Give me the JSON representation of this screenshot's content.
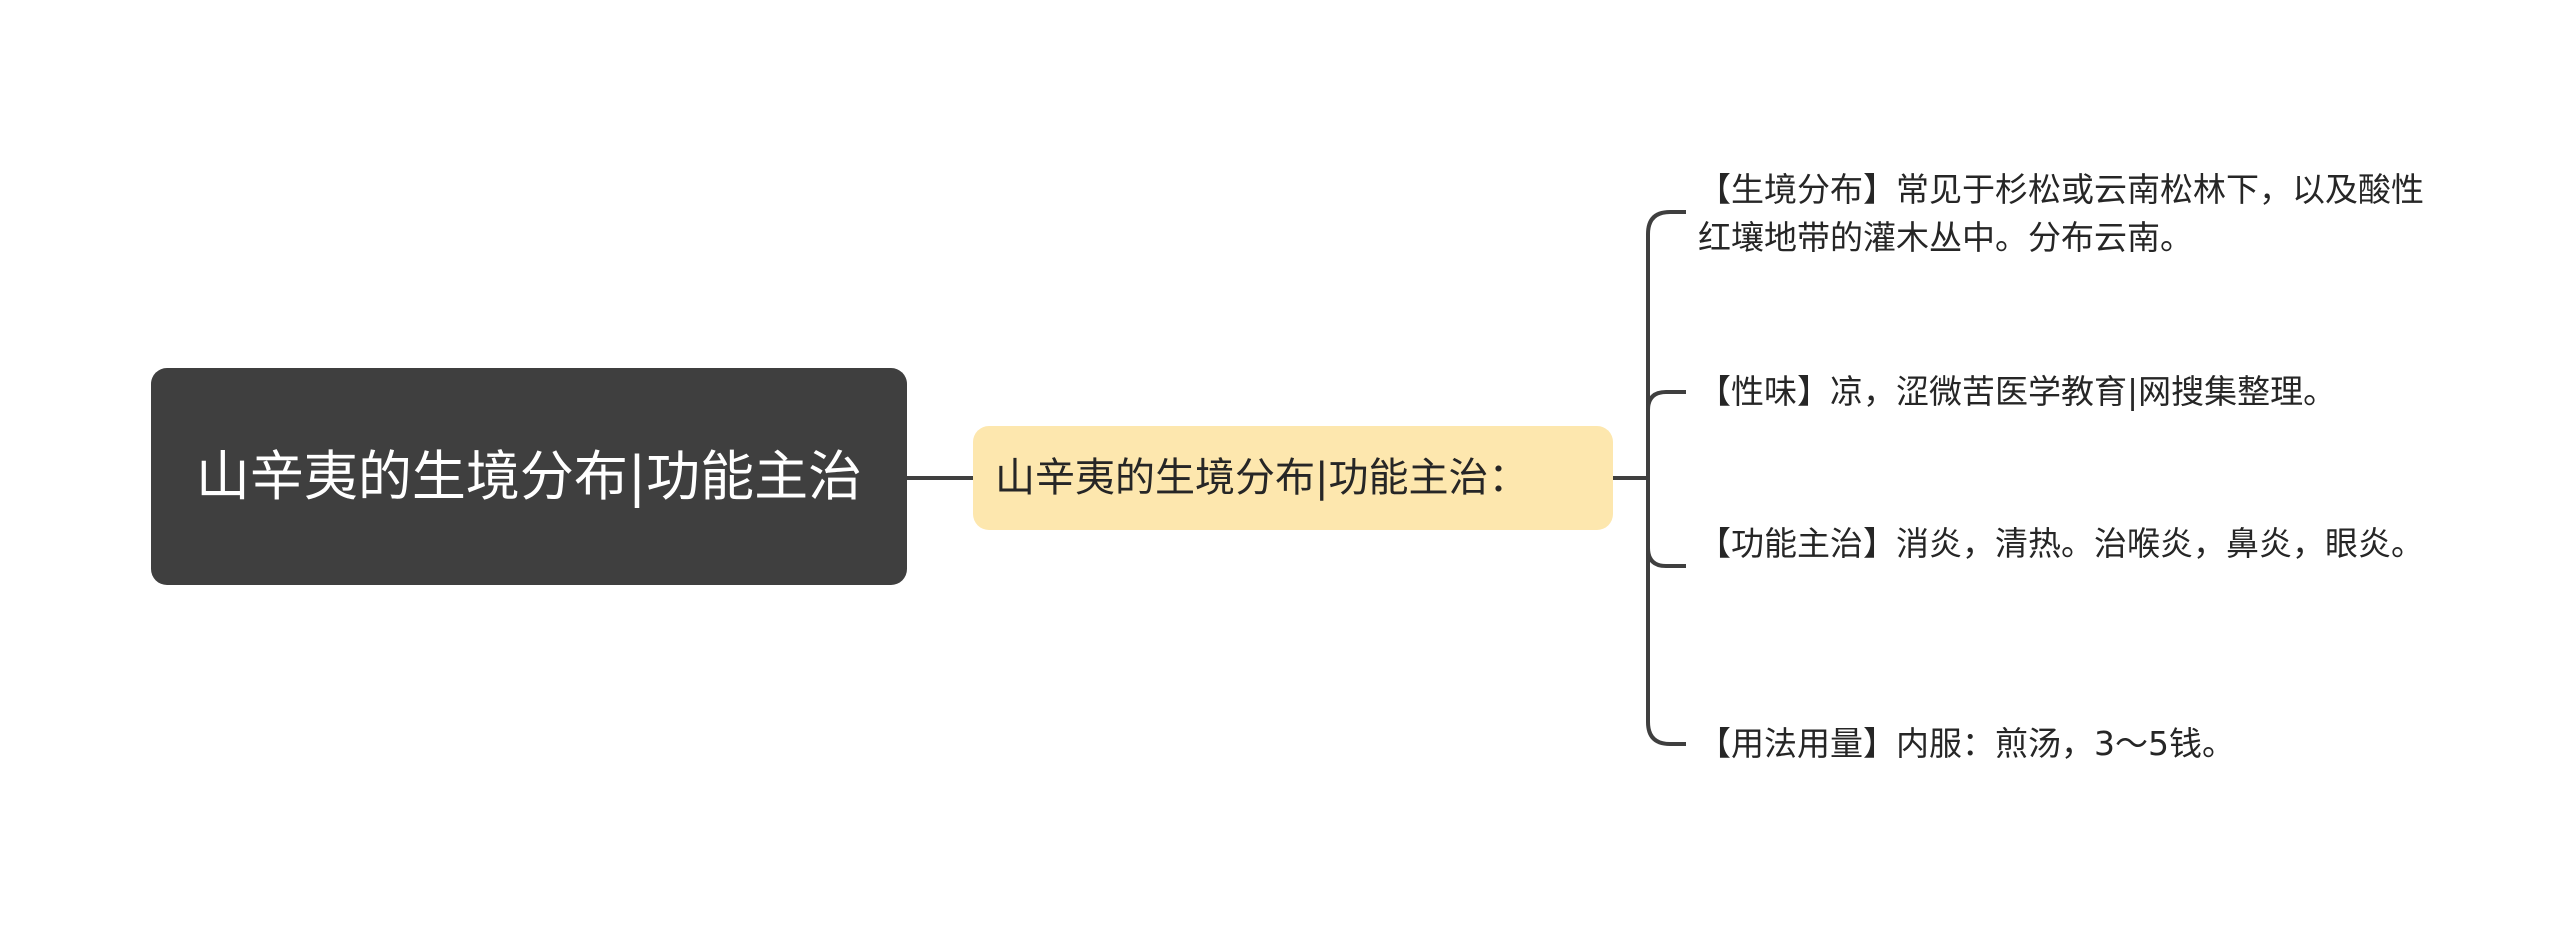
{
  "mindmap": {
    "root": {
      "text": "山辛夷的生境分布|功能主治"
    },
    "branch": {
      "text": "山辛夷的生境分布|功能主治："
    },
    "leaves": [
      {
        "text": "【生境分布】常见于杉松或云南松林下，以及酸性红壤地带的灌木丛中。分布云南。"
      },
      {
        "text": "【性味】凉，涩微苦医学教育|网搜集整理。"
      },
      {
        "text": "【功能主治】消炎，清热。治喉炎，鼻炎，眼炎。"
      },
      {
        "text": "【用法用量】内服：煎汤，3～5钱。"
      }
    ],
    "colors": {
      "root_bg": "#3f3f3f",
      "branch_bg": "#fde7ae",
      "line": "#3f3f3f",
      "text_dark": "#262626"
    }
  }
}
